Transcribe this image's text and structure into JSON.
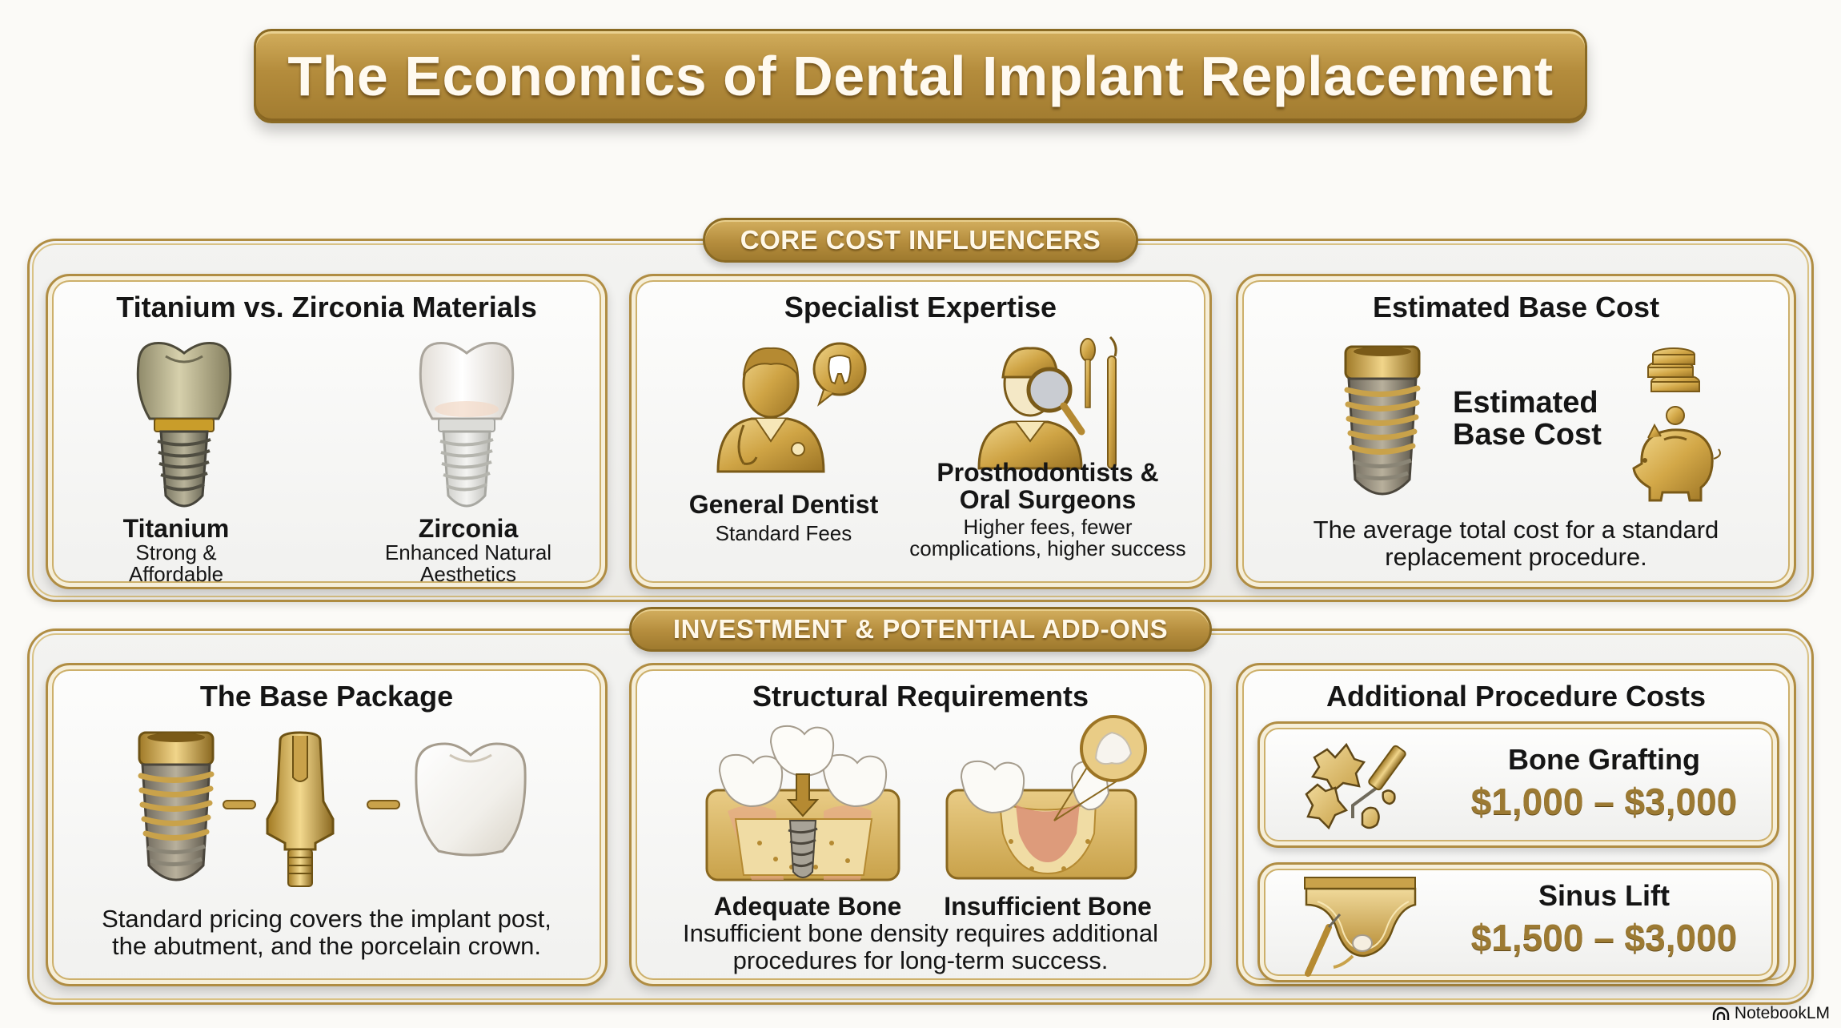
{
  "title": "The Economics of Dental Implant Replacement",
  "colors": {
    "gold": "#b48c3c",
    "gold_dark": "#8a6a24",
    "gold_light": "#d9c285",
    "price_text": "#9c7a33",
    "background": "#fbfaf7"
  },
  "sections": [
    {
      "label": "CORE COST INFLUENCERS",
      "cards": [
        {
          "title": "Titanium vs. Zirconia Materials",
          "items": [
            {
              "icon": "titanium-implant-icon",
              "name": "Titanium",
              "line1": "Strong &",
              "line2": "Affordable"
            },
            {
              "icon": "zirconia-implant-icon",
              "name": "Zirconia",
              "line1": "Enhanced Natural",
              "line2": "Aesthetics"
            }
          ]
        },
        {
          "title": "Specialist Expertise",
          "items": [
            {
              "icon": "general-dentist-icon",
              "name": "General Dentist",
              "line1": "Standard Fees"
            },
            {
              "icon": "specialist-icon",
              "name_line1": "Prosthodontists &",
              "name_line2": "Oral Surgeons",
              "line1": "Higher fees, fewer",
              "line2": "complications, higher success"
            }
          ]
        },
        {
          "title": "Estimated Base Cost",
          "center_label_line1": "Estimated",
          "center_label_line2": "Base Cost",
          "icons": [
            "implant-screw-icon",
            "piggy-bank-icon"
          ],
          "desc_line1": "The average total cost for a standard",
          "desc_line2": "replacement procedure."
        }
      ]
    },
    {
      "label": "INVESTMENT & POTENTIAL ADD-ONS",
      "cards": [
        {
          "title": "The Base Package",
          "icons": [
            "implant-post-icon",
            "abutment-icon",
            "porcelain-crown-icon"
          ],
          "desc_line1": "Standard pricing covers the implant post,",
          "desc_line2": "the abutment, and the porcelain crown."
        },
        {
          "title": "Structural Requirements",
          "items": [
            {
              "icon": "adequate-bone-icon",
              "name": "Adequate Bone"
            },
            {
              "icon": "insufficient-bone-icon",
              "name": "Insufficient Bone"
            }
          ],
          "desc_line1": "Insufficient bone density requires additional",
          "desc_line2": "procedures for long-term success."
        },
        {
          "title": "Additional Procedure Costs",
          "procedures": [
            {
              "icon": "bone-graft-icon",
              "name": "Bone Grafting",
              "price": "$1,000 – $3,000"
            },
            {
              "icon": "sinus-lift-icon",
              "name": "Sinus Lift",
              "price": "$1,500 – $3,000"
            }
          ]
        }
      ]
    }
  ],
  "footer": {
    "brand": "NotebookLM"
  }
}
